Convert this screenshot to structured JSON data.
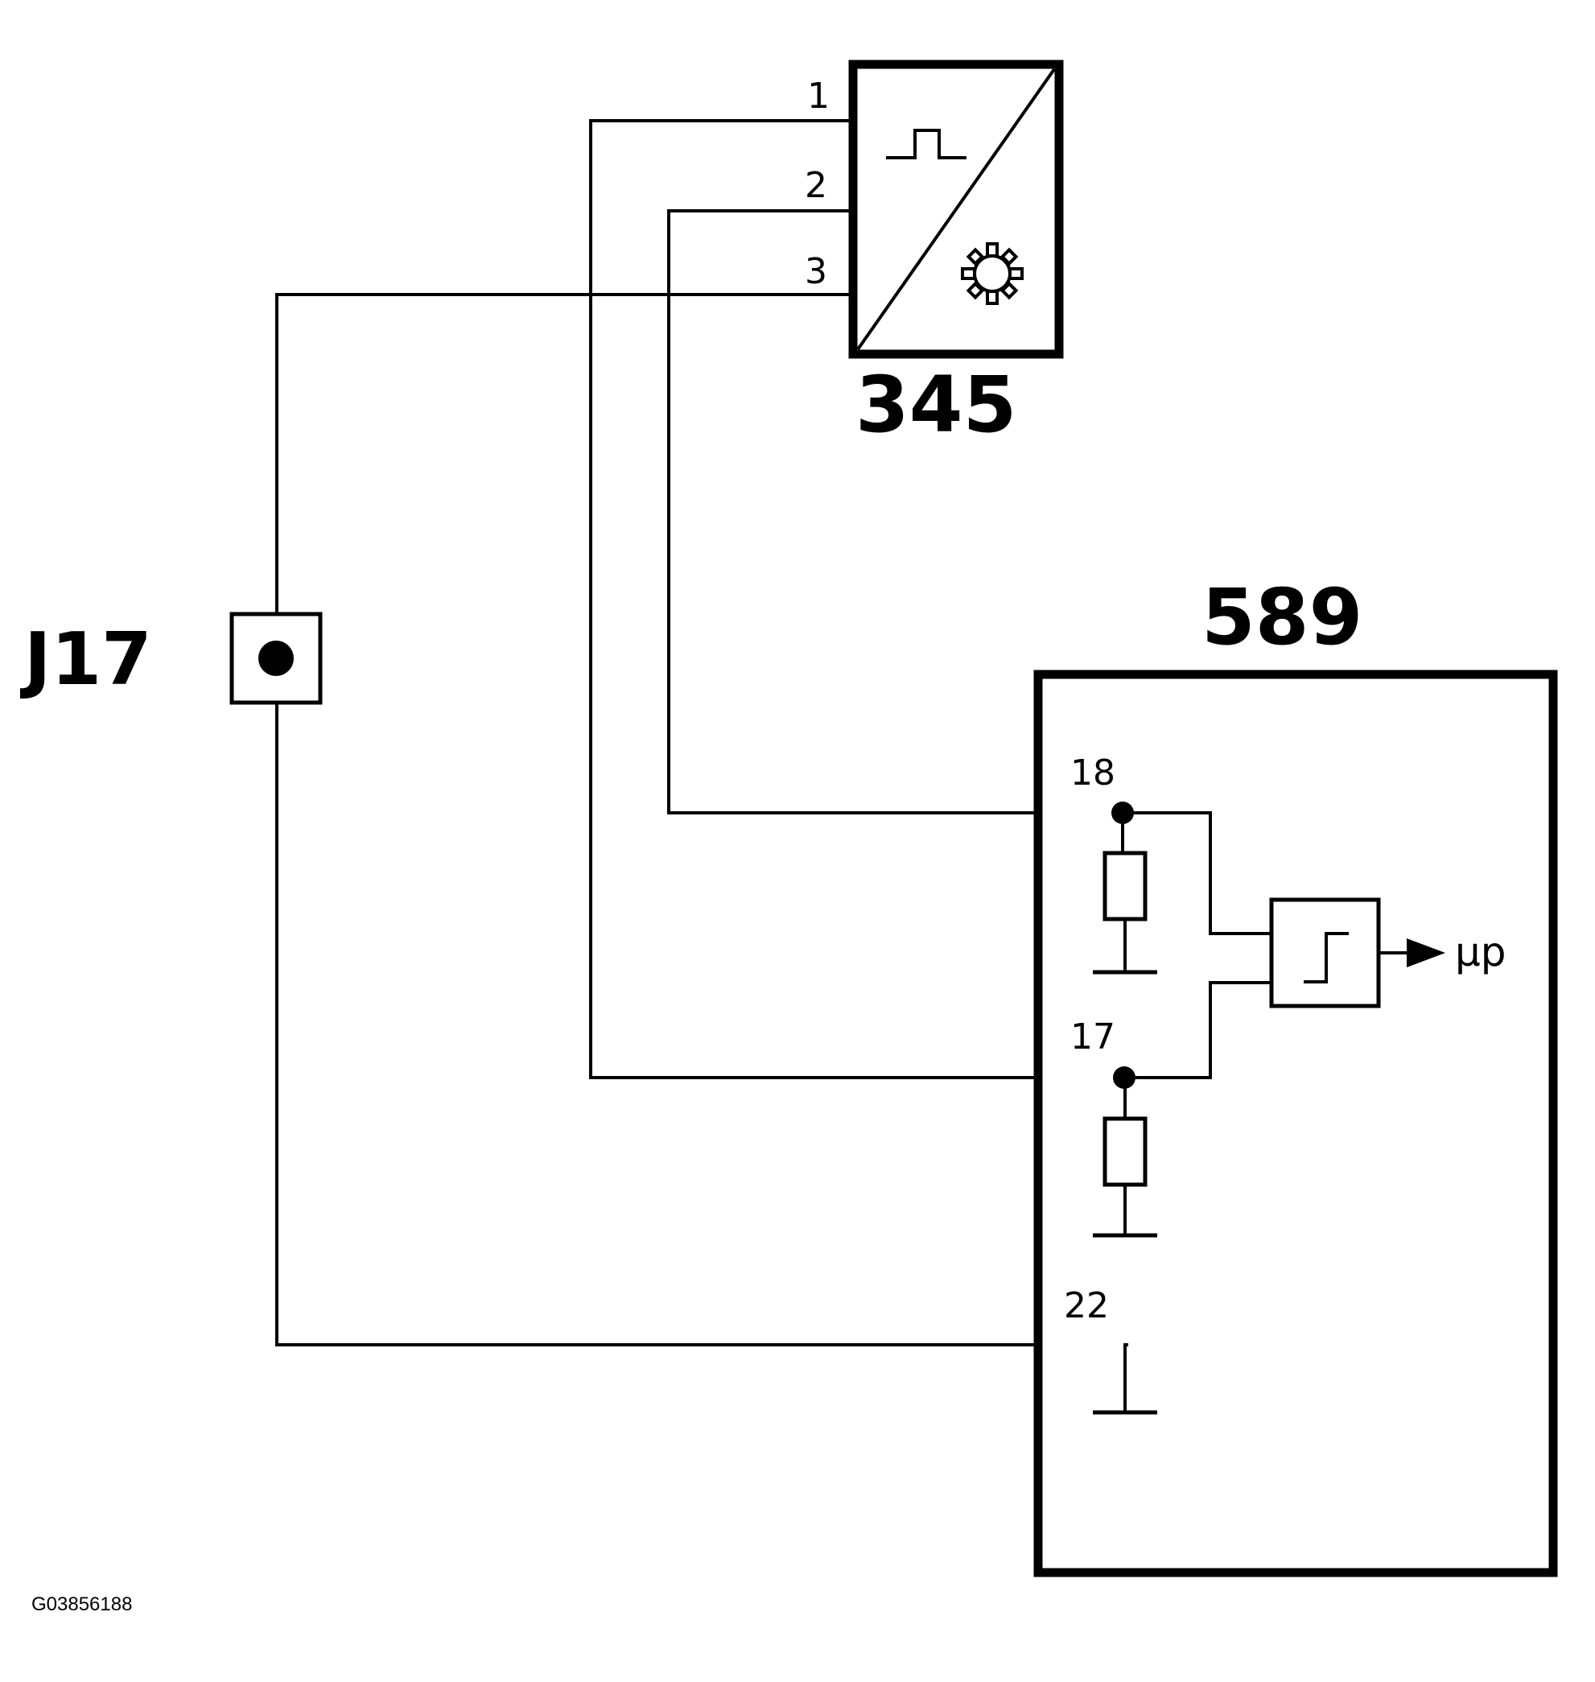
{
  "components": {
    "sensor": {
      "label": "345",
      "pins": [
        "1",
        "2",
        "3"
      ]
    },
    "module": {
      "label": "589",
      "pins": [
        "18",
        "17",
        "22"
      ],
      "output_label": "μp"
    },
    "connector": {
      "label": "J17"
    }
  },
  "figure_code": "G03856188"
}
